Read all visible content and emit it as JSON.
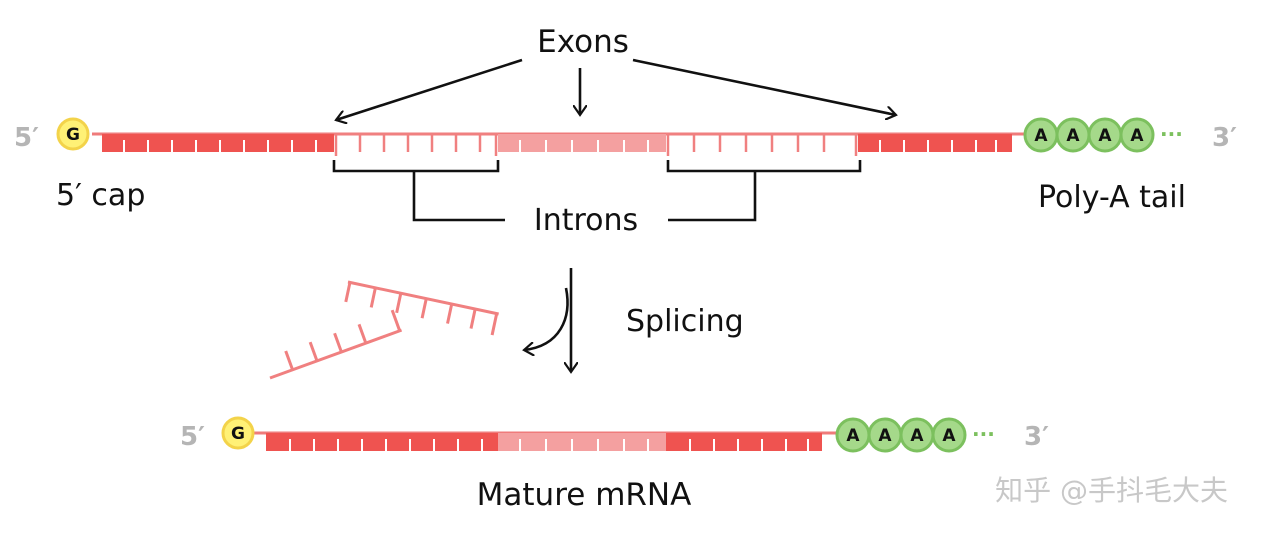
{
  "labels": {
    "exons": "Exons",
    "introns": "Introns",
    "splicing": "Splicing",
    "five_prime_cap": "5′ cap",
    "poly_a_tail": "Poly-A tail",
    "mature_mrna": "Mature mRNA",
    "five_prime_end": "5′",
    "three_prime_end": "3′",
    "cap_letter": "G",
    "tail_letter": "A",
    "tail_dots": "···"
  },
  "watermark": "知乎 @手抖毛大夫",
  "colors": {
    "exon": "#ef5350",
    "exon_light": "#f4a0a0",
    "intron": "#f08080",
    "cap_fill": "#fff176",
    "cap_stroke": "#f3d34a",
    "tail_fill": "#a5d98a",
    "tail_stroke": "#7cc05e",
    "end_label": "#b5b5b5"
  }
}
